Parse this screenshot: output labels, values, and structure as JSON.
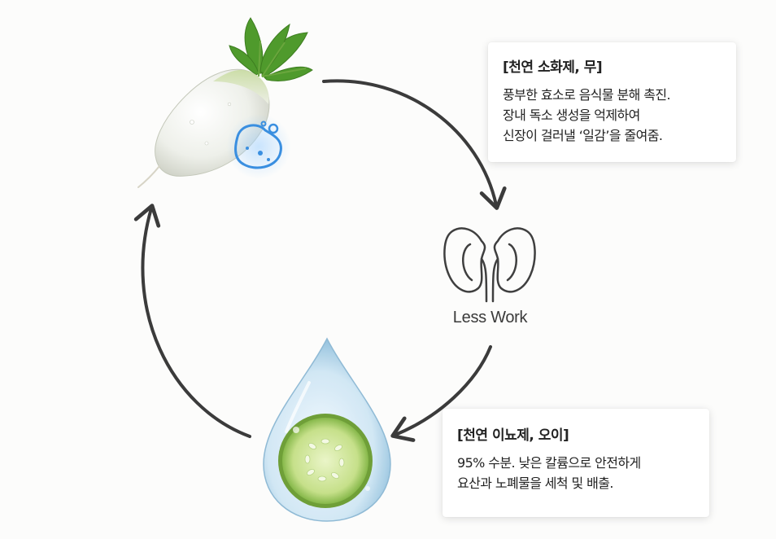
{
  "cards": {
    "radish": {
      "title": "[천연 소화제, 무]",
      "lines": [
        "풍부한 효소로 음식물 분해 촉진.",
        "장내 독소 생성을 억제하여",
        "신장이 걸러낼 ‘일감’을 줄여줌."
      ]
    },
    "cucumber": {
      "title": "[천연 이뇨제, 오이]",
      "lines": [
        "95% 수분. 낮은 칼륨으로 안전하게",
        "요산과 노폐물을 세척 및 배출."
      ]
    }
  },
  "kidney_label": "Less Work",
  "icons": [
    "radish-icon",
    "enzyme-bubble-icon",
    "kidneys-icon",
    "water-drop-cucumber-icon",
    "cycle-arrow-icon"
  ],
  "colors": {
    "arrow": "#3b3b3b",
    "enzyme_glow": "#3a8fe0",
    "radish_leaf": "#4f9a2c",
    "cucumber_green": "#8cc24a",
    "drop_blue": "#a9cfe8"
  }
}
